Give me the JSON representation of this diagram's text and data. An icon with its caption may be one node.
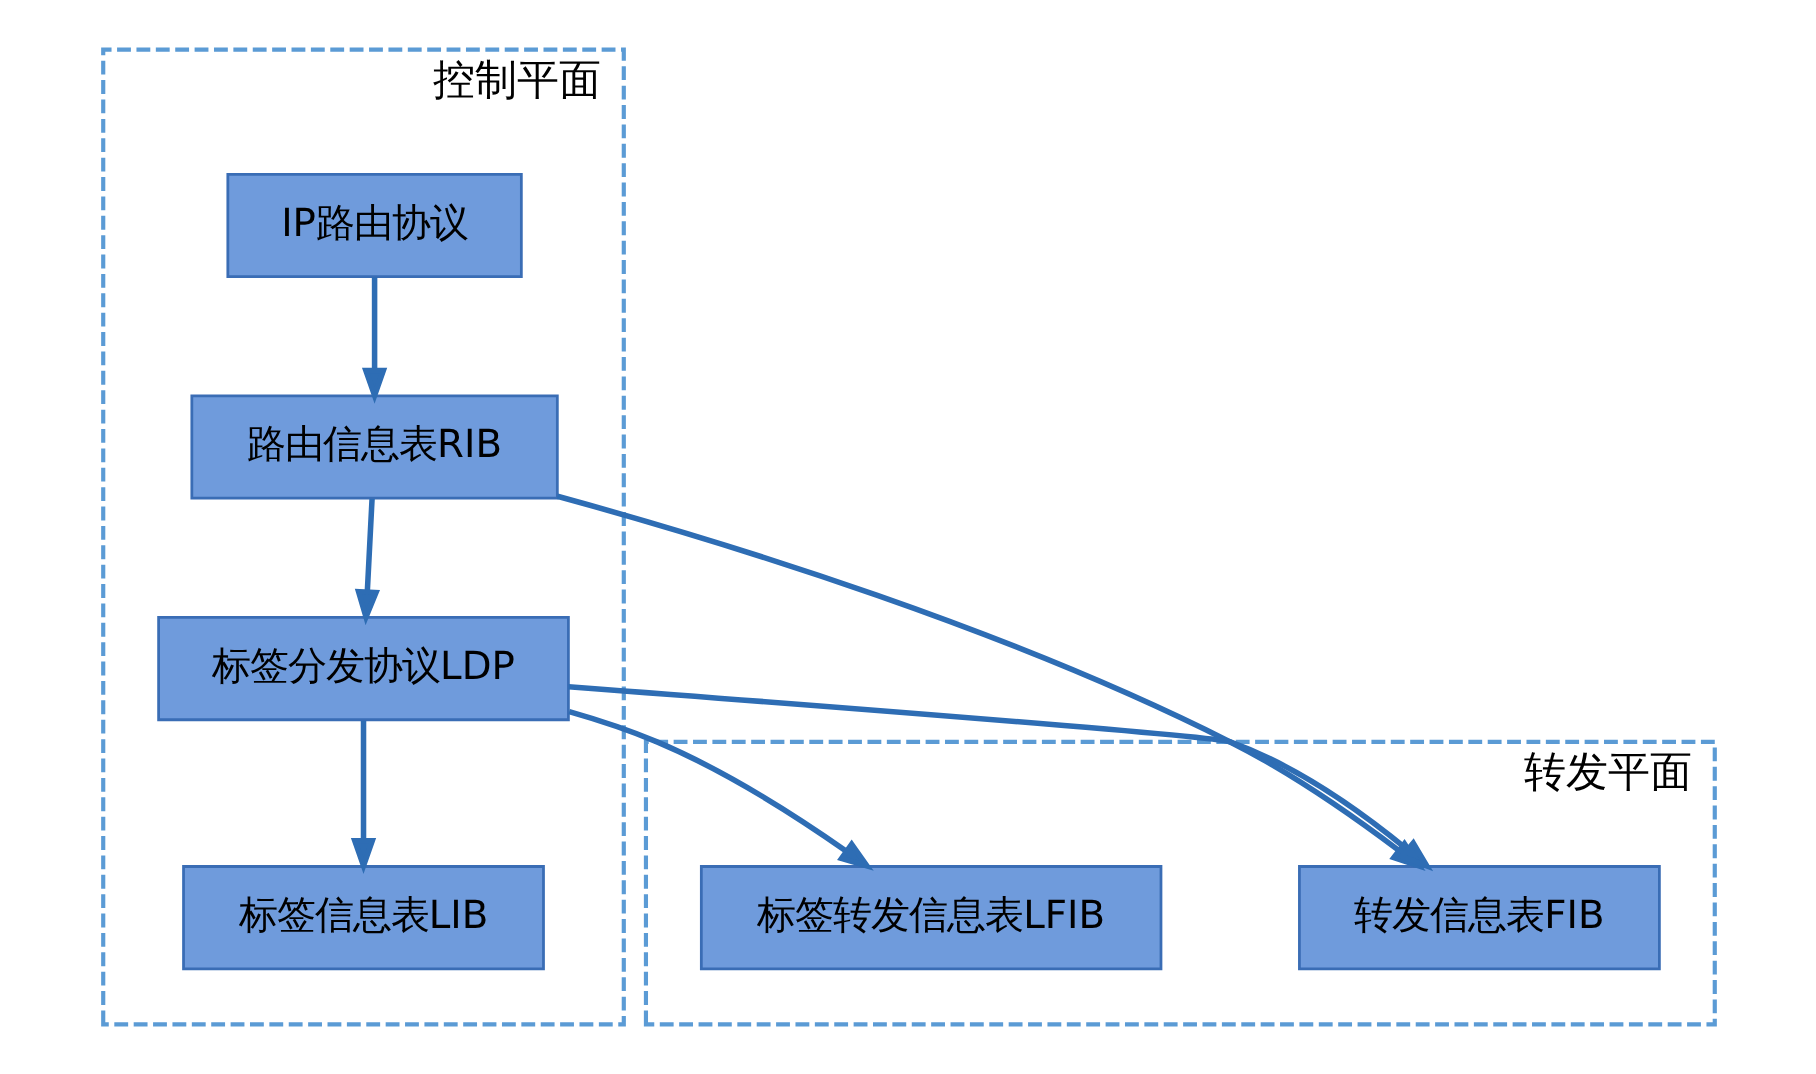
{
  "diagram": {
    "nodes": [
      {
        "text": [
          "控制平面"
        ]
      },
      {
        "text": [
          "IP路由协议"
        ],
        "in": 0
      },
      {
        "text": [
          "路由信息表RIB"
        ],
        "in": 0
      },
      {
        "text": [
          "标签分发协议LDP"
        ],
        "in": 0
      },
      {
        "text": [
          "标签信息表LIB"
        ],
        "in": 0
      },
      {
        "text": [
          "转发平面"
        ]
      },
      {
        "text": [
          "转发信息表FIB"
        ],
        "in": 5
      },
      {
        "text": [
          "标签转发信息表LFIB"
        ],
        "in": 5
      }
    ],
    "edges": [
      {
        "from": 1,
        "to": 2,
        "arrow": "to"
      },
      {
        "from": 2,
        "to": 3,
        "arrow": "to"
      },
      {
        "from": 3,
        "to": 4,
        "arrow": "to"
      },
      {
        "from": 2,
        "to": 6,
        "arrow": "to"
      },
      {
        "from": 3,
        "to": 6,
        "arrow": "to"
      },
      {
        "from": 3,
        "to": 7,
        "arrow": "to"
      }
    ]
  }
}
